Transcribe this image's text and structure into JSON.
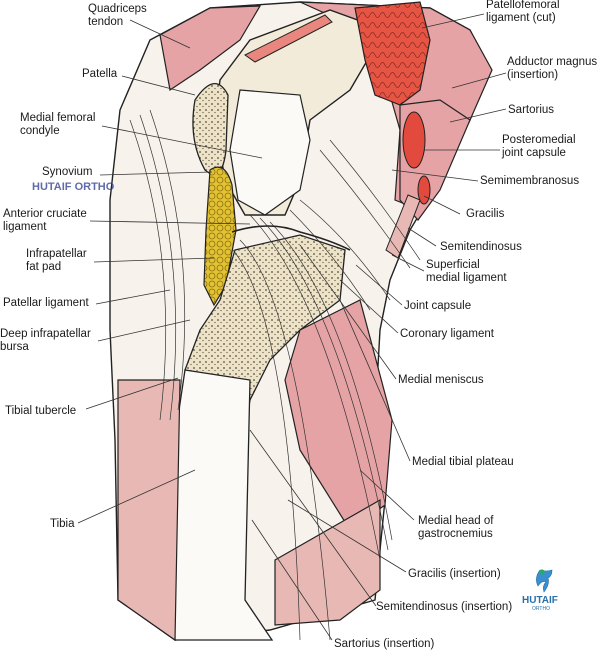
{
  "labels_left": [
    {
      "id": "quadriceps-tendon",
      "lines": [
        "Quadriceps",
        "tendon"
      ]
    },
    {
      "id": "patella",
      "lines": [
        "Patella"
      ]
    },
    {
      "id": "medial-femoral-condyle",
      "lines": [
        "Medial femoral",
        "condyle"
      ]
    },
    {
      "id": "synovium",
      "lines": [
        "Synovium"
      ]
    },
    {
      "id": "anterior-cruciate-ligament",
      "lines": [
        "Anterior cruciate",
        "ligament"
      ]
    },
    {
      "id": "infrapatellar-fat-pad",
      "lines": [
        "Infrapatellar",
        "fat pad"
      ]
    },
    {
      "id": "patellar-ligament",
      "lines": [
        "Patellar ligament"
      ]
    },
    {
      "id": "deep-infrapatellar-bursa",
      "lines": [
        "Deep infrapatellar",
        "bursa"
      ]
    },
    {
      "id": "tibial-tubercle",
      "lines": [
        "Tibial tubercle"
      ]
    },
    {
      "id": "tibia",
      "lines": [
        "Tibia"
      ]
    }
  ],
  "labels_right": [
    {
      "id": "patellofemoral-ligament",
      "lines": [
        "Patellofemoral",
        "ligament (cut)"
      ]
    },
    {
      "id": "adductor-magnus",
      "lines": [
        "Adductor magnus",
        "(insertion)"
      ]
    },
    {
      "id": "sartorius",
      "lines": [
        "Sartorius"
      ]
    },
    {
      "id": "posteromedial-joint-capsule",
      "lines": [
        "Posteromedial",
        "joint capsule"
      ]
    },
    {
      "id": "semimembranosus",
      "lines": [
        "Semimembranosus"
      ]
    },
    {
      "id": "gracilis",
      "lines": [
        "Gracilis"
      ]
    },
    {
      "id": "semitendinosus",
      "lines": [
        "Semitendinosus"
      ]
    },
    {
      "id": "superficial-medial-ligament",
      "lines": [
        "Superficial",
        "medial ligament"
      ]
    },
    {
      "id": "joint-capsule",
      "lines": [
        "Joint capsule"
      ]
    },
    {
      "id": "coronary-ligament",
      "lines": [
        "Coronary ligament"
      ]
    },
    {
      "id": "medial-meniscus",
      "lines": [
        "Medial meniscus"
      ]
    },
    {
      "id": "medial-tibial-plateau",
      "lines": [
        "Medial tibial plateau"
      ]
    },
    {
      "id": "medial-head-of-gastrocnemius",
      "lines": [
        "Medial head of",
        "gastrocnemius"
      ]
    },
    {
      "id": "gracilis-insertion",
      "lines": [
        "Gracilis (insertion)"
      ]
    },
    {
      "id": "semitendinosus-insertion",
      "lines": [
        "Semitendinosus (insertion)"
      ]
    },
    {
      "id": "sartorius-insertion",
      "lines": [
        "Sartorius (insertion)"
      ]
    }
  ],
  "watermark": {
    "text_top": "HUTAIF ORTHO",
    "logo_text": "HUTAIF",
    "logo_sub": "ORTHO"
  },
  "colors": {
    "muscle": "#e6a3a5",
    "muscle_dark": "#c46b6f",
    "cut_muscle": "#e24a3d",
    "fat": "#e2c233",
    "bone": "#f3ebda",
    "tendon": "#f4f0ea"
  }
}
